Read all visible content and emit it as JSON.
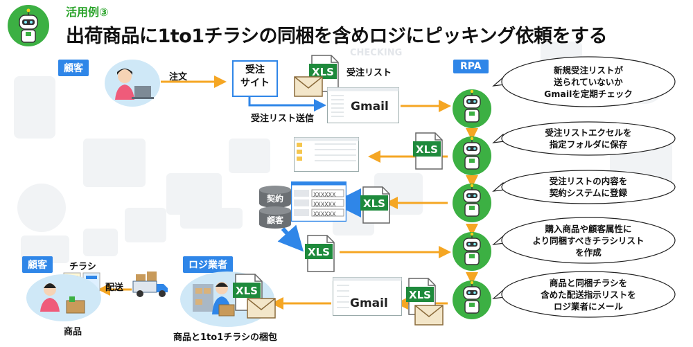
{
  "header": {
    "subtitle": "活用例③",
    "title": "出荷商品に1to1チラシの同梱を含めロジにピッキング依頼をする"
  },
  "tags": {
    "customer_top": "顧客",
    "rpa": "RPA",
    "customer_bottom": "顧客",
    "logistics": "ロジ業者"
  },
  "labels": {
    "order": "注文",
    "site_line1": "受注",
    "site_line2": "サイト",
    "order_list": "受注リスト",
    "send_list": "受注リスト送信",
    "gmail_top": "Gmail",
    "gmail_bottom": "Gmail",
    "xls": "XLS",
    "db_contract": "契約",
    "db_customer": "顧客",
    "db_value": "XXXXXX",
    "flyer": "チラシ",
    "shipping": "配送",
    "product": "商品",
    "packing": "商品と1to1チラシの梱包",
    "bg_checking": "CHECKING"
  },
  "bubbles": [
    {
      "line1": "新規受注リストが",
      "line2": "送られていないか",
      "line3": "Gmailを定期チェック"
    },
    {
      "line1": "受注リストエクセルを",
      "line2": "指定フォルダに保存",
      "line3": ""
    },
    {
      "line1": "受注リストの内容を",
      "line2": "契約システムに登録",
      "line3": ""
    },
    {
      "line1": "購入商品や顧客属性に",
      "line2": "より同梱すべきチラシリスト",
      "line3": "を作成"
    },
    {
      "line1": "商品と同梱チラシを",
      "line2": "含めた配送指示リストを",
      "line3": "ロジ業者にメール"
    }
  ],
  "colors": {
    "accent_blue": "#2f86e8",
    "arrow_orange": "#f5a623",
    "xls_green": "#1e8a3c",
    "title_green": "#29a329",
    "robot_green": "#3cb043"
  }
}
